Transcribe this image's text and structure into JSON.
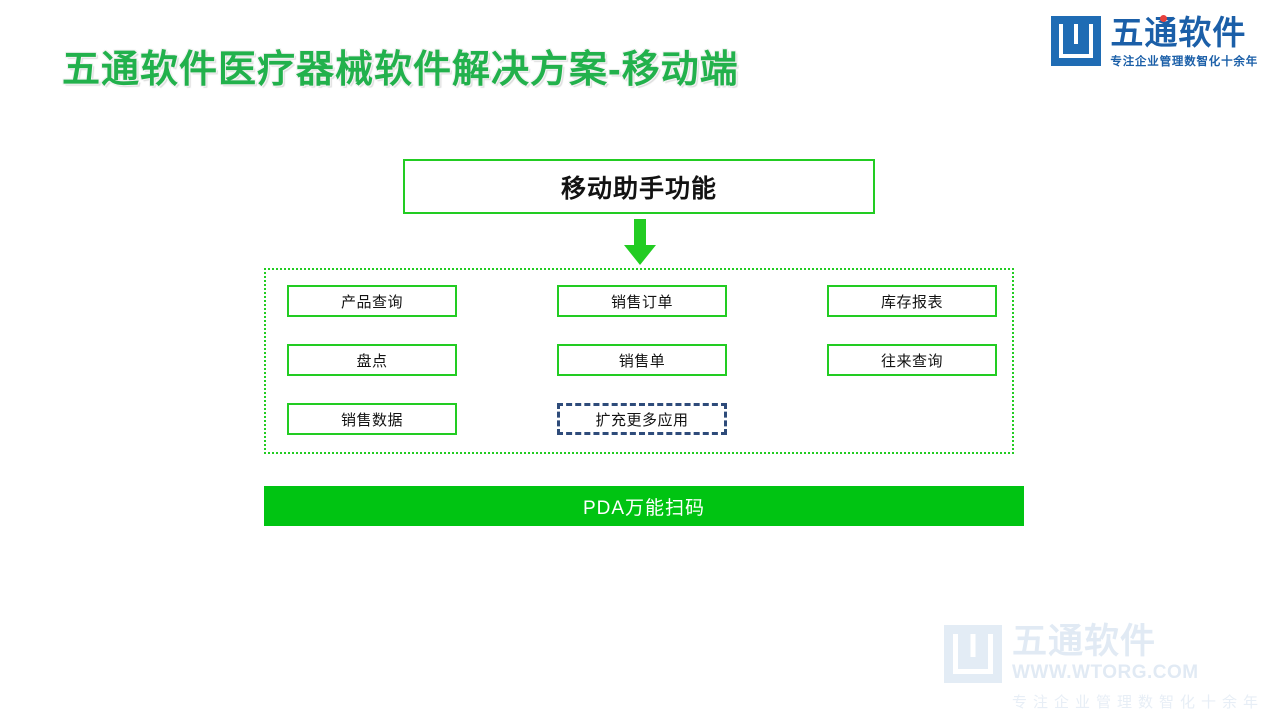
{
  "slide": {
    "title": "五通软件医疗器械软件解决方案-移动端",
    "title_color": "#22b14c",
    "background": "#ffffff"
  },
  "brand": {
    "mark_icon": "wutong-square-logo-icon",
    "name": "五通软件",
    "tagline": "专注企业管理数智化十余年",
    "color": "#1b5fa8",
    "dot_color": "#e8413c"
  },
  "diagram": {
    "header": {
      "label": "移动助手功能",
      "border_color": "#22cc22",
      "text_color": "#121212"
    },
    "arrow": {
      "icon": "arrow-down-icon",
      "color": "#22cc22"
    },
    "group": {
      "border_color": "#22cc22",
      "border_style": "dotted",
      "rows": [
        [
          {
            "label": "产品查询",
            "style": "solid"
          },
          {
            "label": "销售订单",
            "style": "solid"
          },
          {
            "label": "库存报表",
            "style": "solid"
          }
        ],
        [
          {
            "label": "盘点",
            "style": "solid"
          },
          {
            "label": "销售单",
            "style": "solid"
          },
          {
            "label": "往来查询",
            "style": "solid"
          }
        ],
        [
          {
            "label": "销售数据",
            "style": "solid"
          },
          {
            "label": "扩充更多应用",
            "style": "dashed"
          },
          {
            "label": "",
            "style": "empty"
          }
        ]
      ],
      "dashed_border_color": "#2e4b7a"
    },
    "footer_bar": {
      "label": "PDA万能扫码",
      "background": "#00c412",
      "text_color": "#ffffff"
    }
  },
  "watermark": {
    "mark_icon": "wutong-square-logo-watermark-icon",
    "name": "五通软件",
    "url": "WWW.WTORG.COM",
    "tagline": "专注企业管理数智化十余年",
    "color": "#e1eaf4"
  }
}
